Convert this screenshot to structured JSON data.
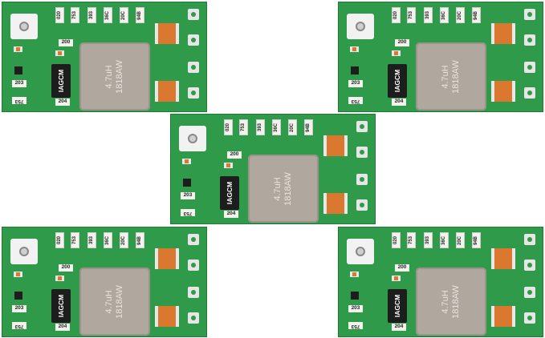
{
  "boards": [
    {
      "id": "board-1"
    },
    {
      "id": "board-2"
    },
    {
      "id": "board-3"
    },
    {
      "id": "board-4"
    },
    {
      "id": "board-5"
    }
  ],
  "labels": {
    "res_top": [
      "020",
      "753",
      "393",
      "36C",
      "20C",
      "94B"
    ],
    "res_200": "200",
    "res_203": "203",
    "res_204": "204",
    "res_753": "753",
    "chip": "IAGCM",
    "inductor": "4.7uH\n1818AW"
  },
  "colors": {
    "pcb": "#2f9a4a",
    "inductor": "#b0a79e",
    "capacitor": "#d9782e"
  }
}
